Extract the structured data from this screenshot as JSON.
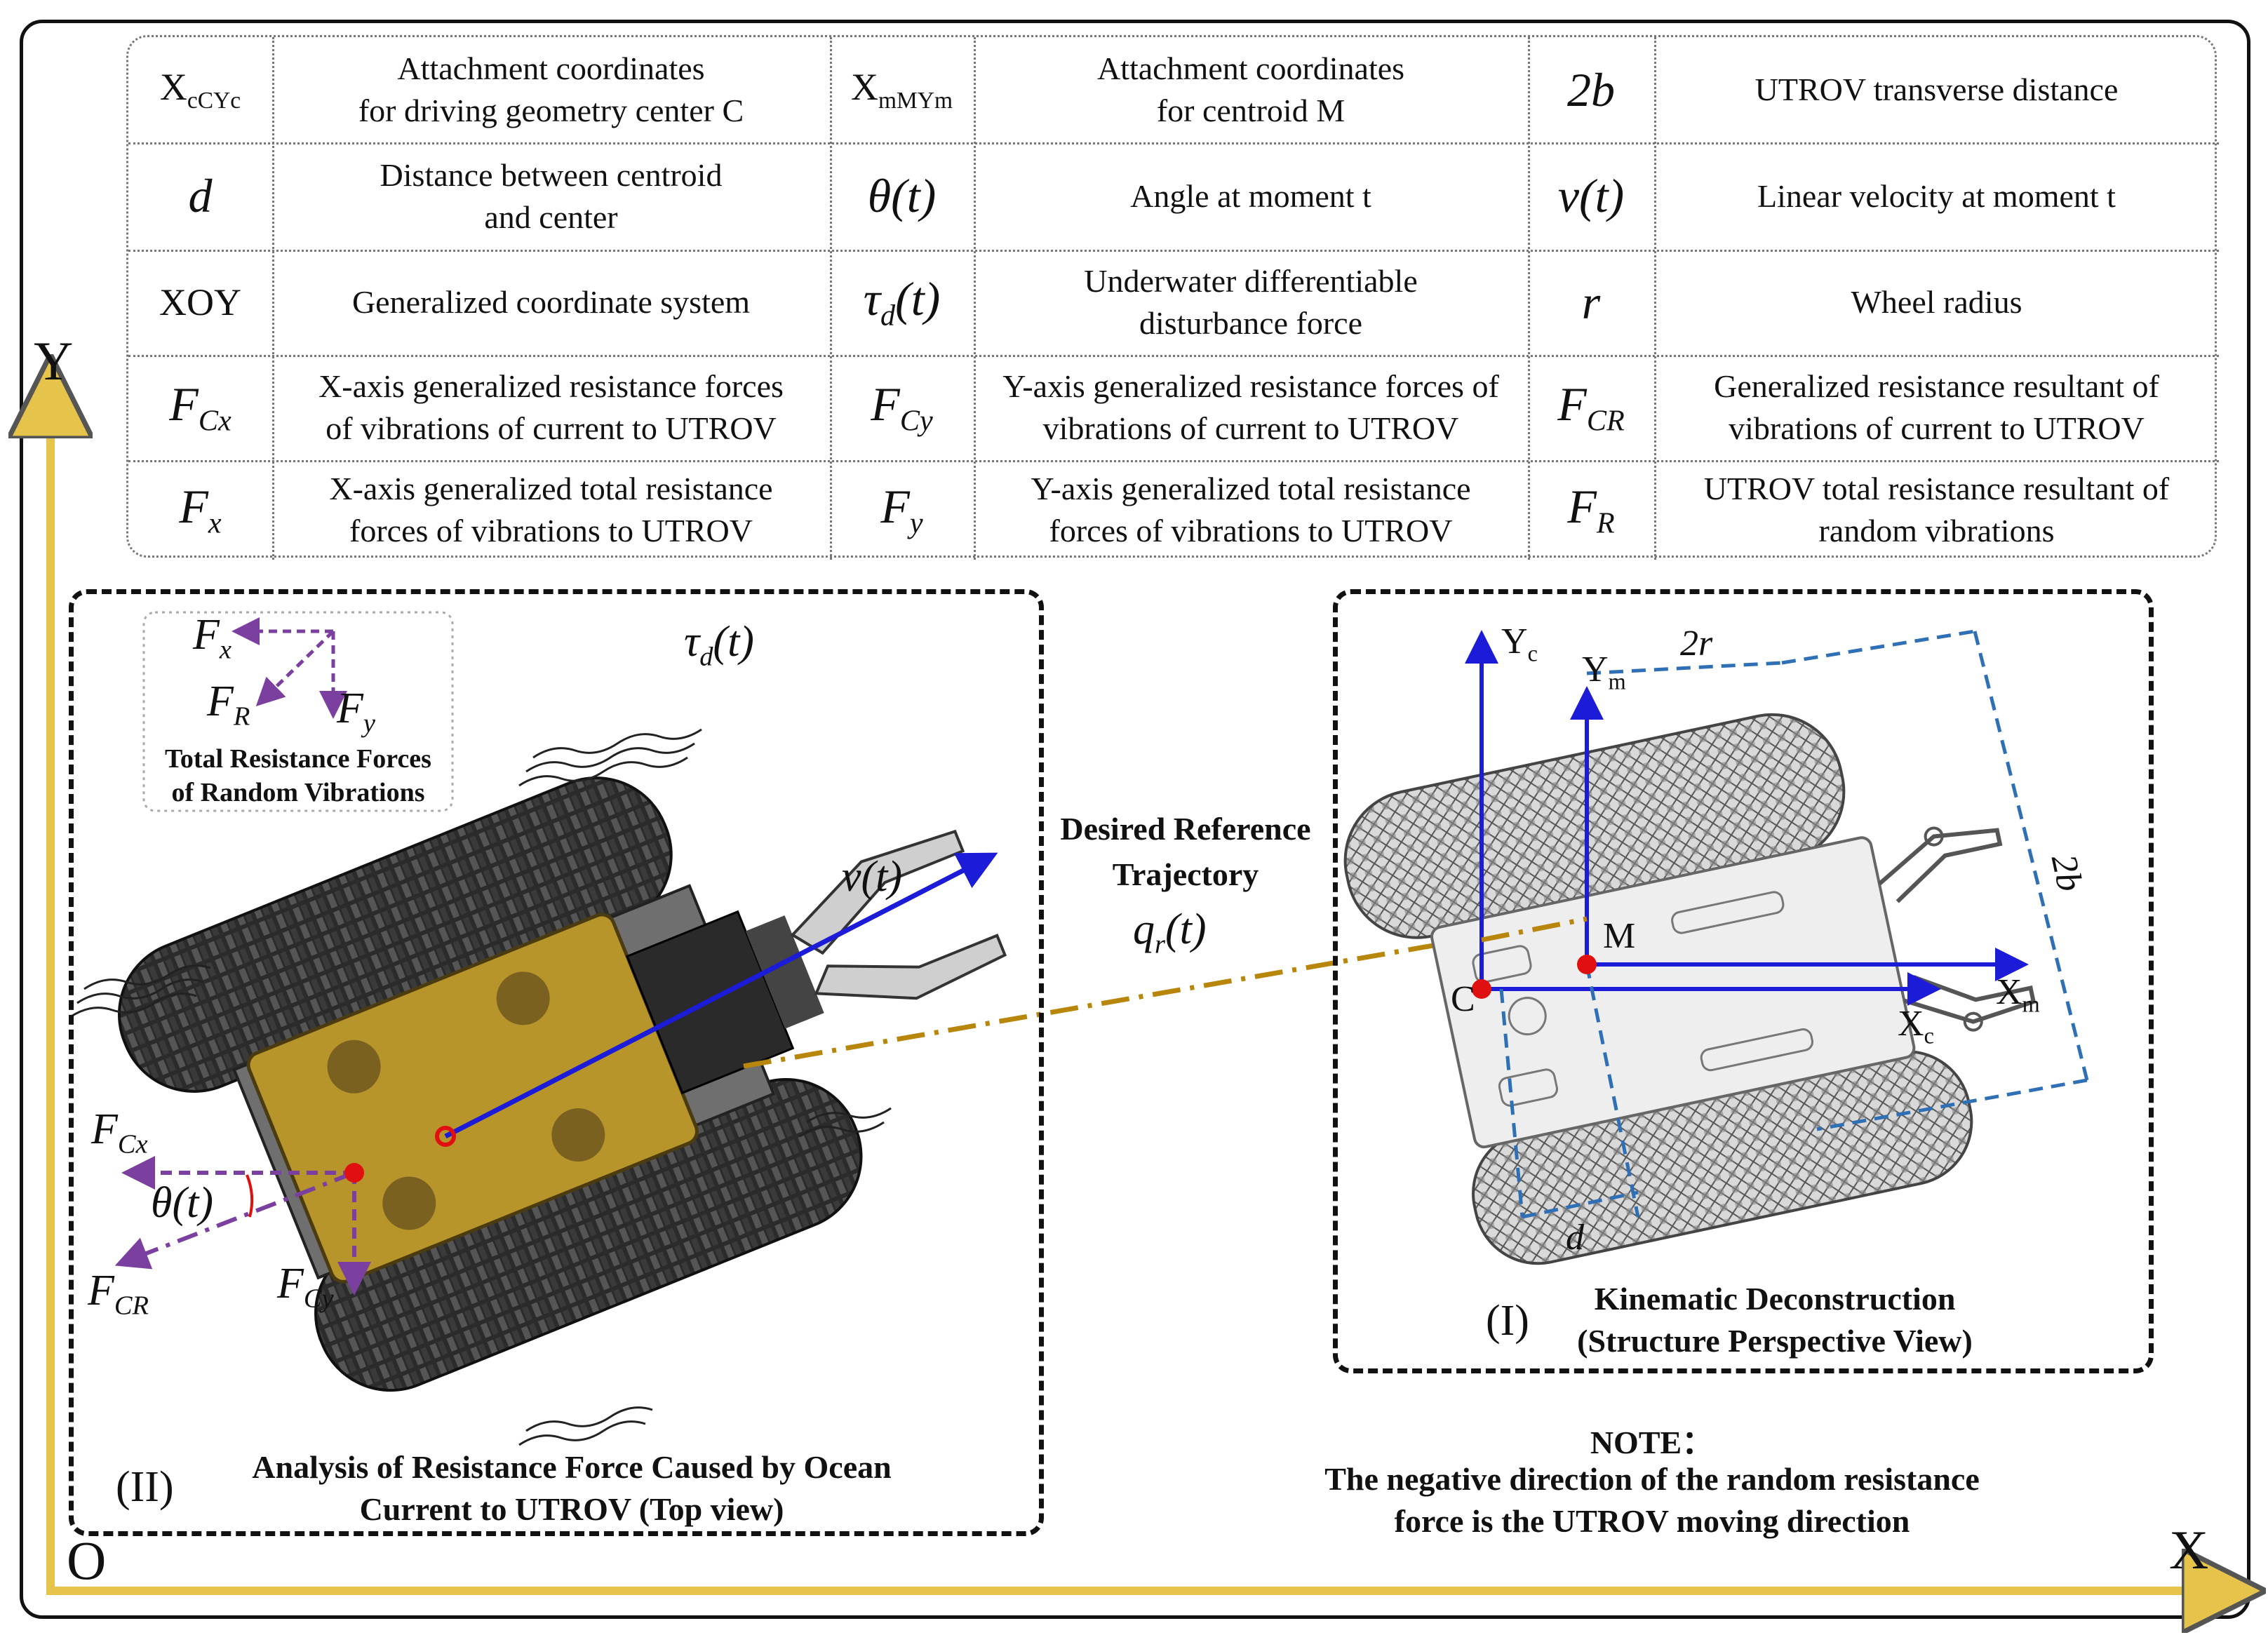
{
  "table": {
    "rows": [
      [
        {
          "symbol": "X_cCY_c",
          "desc": "Attachment coordinates\nfor driving geometry center C"
        },
        {
          "symbol": "X_mMY_m",
          "desc": "Attachment coordinates\nfor centroid M"
        },
        {
          "symbol": "2b",
          "desc": "UTROV transverse distance"
        }
      ],
      [
        {
          "symbol": "d",
          "desc": "Distance between centroid\nand center"
        },
        {
          "symbol": "θ(t)",
          "desc": "Angle at moment t"
        },
        {
          "symbol": "v(t)",
          "desc": "Linear velocity at moment t"
        }
      ],
      [
        {
          "symbol": "XOY",
          "desc": "Generalized coordinate system"
        },
        {
          "symbol": "τ_d(t)",
          "desc": "Underwater differentiable\ndisturbance force"
        },
        {
          "symbol": "r",
          "desc": "Wheel radius"
        }
      ],
      [
        {
          "symbol": "F_Cx",
          "desc": "X-axis generalized resistance forces\nof vibrations of current to UTROV"
        },
        {
          "symbol": "F_Cy",
          "desc": "Y-axis generalized resistance forces of\nvibrations of current to UTROV"
        },
        {
          "symbol": "F_CR",
          "desc": "Generalized resistance resultant of\nvibrations of current to UTROV"
        }
      ],
      [
        {
          "symbol": "F_x",
          "desc": "X-axis generalized total resistance\nforces of vibrations to UTROV"
        },
        {
          "symbol": "F_y",
          "desc": "Y-axis generalized total resistance\nforces of vibrations to UTROV"
        },
        {
          "symbol": "F_R",
          "desc": "UTROV total resistance resultant of\nrandom vibrations"
        }
      ]
    ]
  },
  "axes": {
    "x_label": "X",
    "y_label": "Y",
    "origin_label": "O"
  },
  "panel_ii": {
    "legend": {
      "fx": "F_x",
      "fy": "F_y",
      "fr": "F_R",
      "caption_line1": "Total Resistance Forces",
      "caption_line2": "of Random Vibrations"
    },
    "tau": "τ_d(t)",
    "velocity": "v(t)",
    "fcx": "F_Cx",
    "fcy": "F_Cy",
    "fcr": "F_CR",
    "theta": "θ(t)",
    "roman": "(II)",
    "caption_line1": "Analysis of Resistance Force Caused by Ocean",
    "caption_line2": "Current to UTROV (Top view)"
  },
  "trajectory": {
    "line1": "Desired Reference",
    "line2": "Trajectory",
    "symbol": "q_r(t)"
  },
  "panel_i": {
    "yc": "Y_c",
    "ym": "Y_m",
    "xc": "X_c",
    "xm": "X_m",
    "c": "C",
    "m": "M",
    "two_r": "2r",
    "two_b": "2b",
    "d": "d",
    "roman": "(I)",
    "caption_line1": "Kinematic Deconstruction",
    "caption_line2": "(Structure Perspective View)"
  },
  "note": {
    "title": "NOTE：",
    "line1": "The negative direction of the random resistance",
    "line2": "force is the UTROV moving direction"
  },
  "colors": {
    "axis": "#e6c34a",
    "force": "#7b3fa0",
    "velocity": "#1c2fd6",
    "trajectory": "#b8860b",
    "frame_blue": "#1b1bd8",
    "dim": "#2f6fb5",
    "point": "#e01010",
    "hull": "#b8952b"
  }
}
